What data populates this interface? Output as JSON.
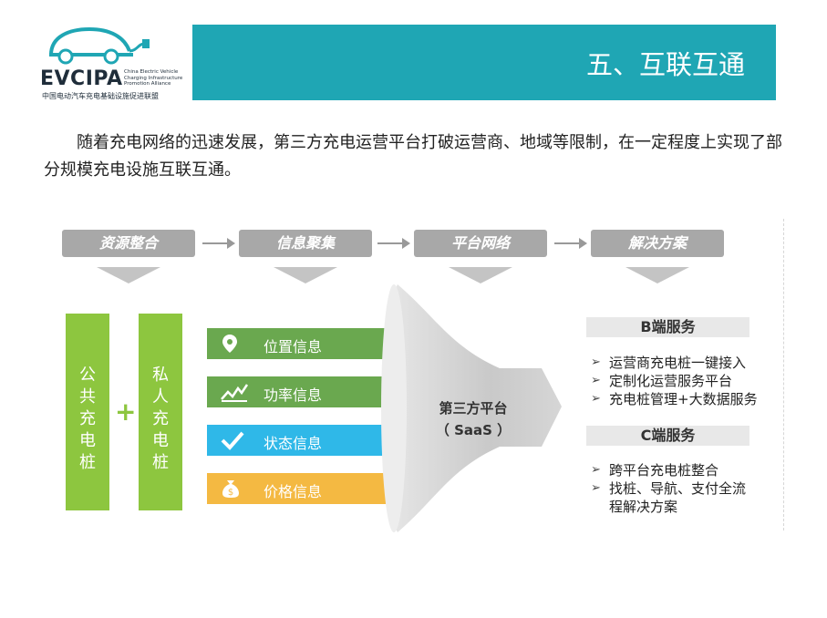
{
  "logo": {
    "brand": "EVCIPA",
    "subtitle_lines": [
      "China Electric Vehicle",
      "Charging Infrastructure",
      "Promotion Alliance"
    ],
    "chinese_name": "中国电动汽车充电基础设施促进联盟"
  },
  "title": "五、互联互通",
  "intro": "随着充电网络的迅速发展，第三方充电运营平台打破运营商、地域等限制，在一定程度上实现了部分规模充电设施互联互通。",
  "steps": [
    "资源整合",
    "信息聚集",
    "平台网络",
    "解决方案"
  ],
  "piles": {
    "public": "公共充电桩",
    "private": "私人充电桩",
    "plus": "+"
  },
  "info_items": [
    {
      "label": "位置信息",
      "icon": "location-pin-icon",
      "color": "#6aa84f"
    },
    {
      "label": "功率信息",
      "icon": "power-chart-icon",
      "color": "#6aa84f"
    },
    {
      "label": "状态信息",
      "icon": "checkmark-icon",
      "color": "#2fb8e8"
    },
    {
      "label": "价格信息",
      "icon": "money-bag-icon",
      "color": "#f4b942"
    }
  ],
  "platform": {
    "line1": "第三方平台",
    "line2": "（ SaaS ）"
  },
  "b_service": {
    "title": "B端服务",
    "items": [
      "运营商充电桩一键接入",
      "定制化运营服务平台",
      "充电桩管理+大数据服务"
    ]
  },
  "c_service": {
    "title": "C端服务",
    "items": [
      "跨平台充电桩整合",
      "找桩、导航、支付全流",
      "程解决方案"
    ]
  },
  "colors": {
    "accent": "#1fa6b4",
    "green": "#8dc63f",
    "gray_step": "#a8a8a8"
  }
}
